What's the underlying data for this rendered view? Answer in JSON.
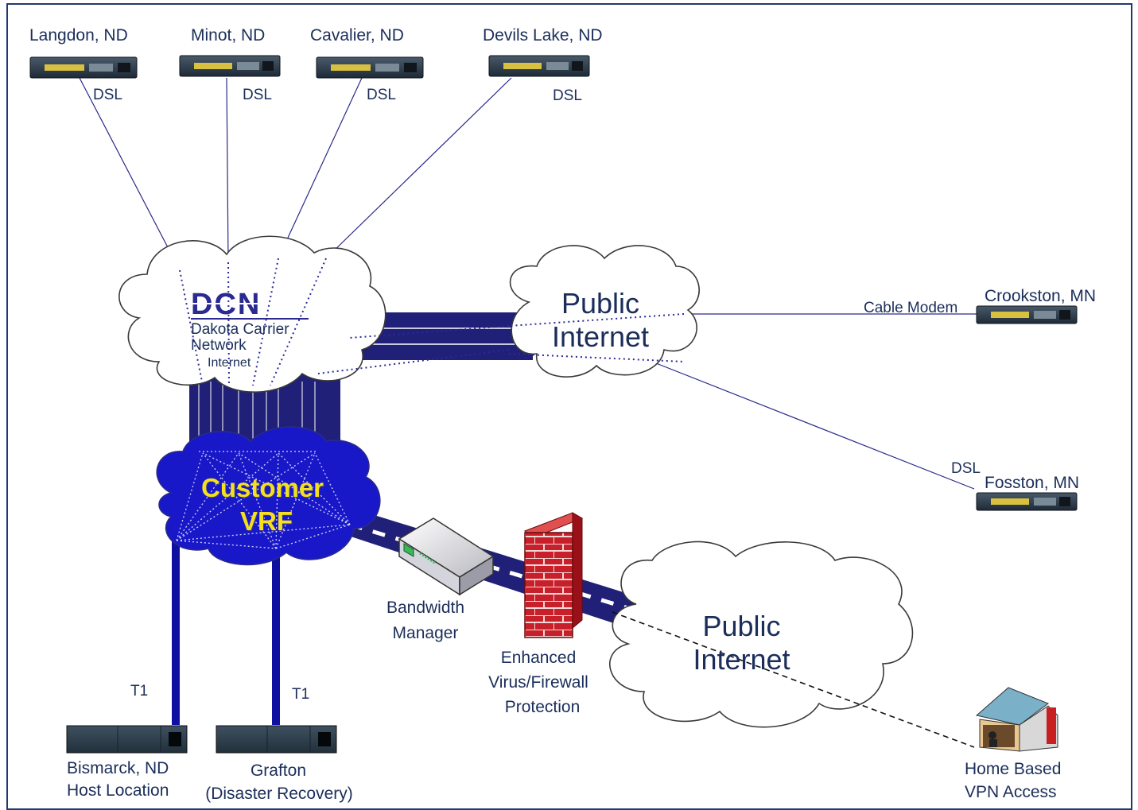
{
  "sites": {
    "langdon": "Langdon, ND",
    "minot": "Minot, ND",
    "cavalier": "Cavalier, ND",
    "devils_lake": "Devils Lake, ND",
    "crookston": "Crookston, MN",
    "fosston": "Fosston, MN",
    "bismarck_line1": "Bismarck, ND",
    "bismarck_line2": "Host Location",
    "grafton_line1": "Grafton",
    "grafton_line2": "(Disaster Recovery)",
    "home_line1": "Home Based",
    "home_line2": "VPN Access"
  },
  "links": {
    "dsl_1": "DSL",
    "dsl_2": "DSL",
    "dsl_3": "DSL",
    "dsl_4": "DSL",
    "cable_modem": "Cable Modem",
    "dsl_fosston": "DSL",
    "t1_bismarck": "T1",
    "t1_grafton": "T1"
  },
  "clouds": {
    "dcn_logo": "DCN",
    "dcn_line1": "Dakota Carrier",
    "dcn_line2": "Network",
    "dcn_line3": "Internet",
    "public_top_line1": "Public",
    "public_top_line2": "Internet",
    "public_bottom_line1": "Public",
    "public_bottom_line2": "Internet",
    "vrf_line1": "Customer",
    "vrf_line2": "VRF"
  },
  "devices": {
    "bandwidth_line1": "Bandwidth",
    "bandwidth_line2": "Manager",
    "firewall_line1": "Enhanced",
    "firewall_line2": "Virus/Firewall",
    "firewall_line3": "Protection"
  },
  "colors": {
    "trunk": "#202078",
    "line": "#2a2a8a",
    "vrf_cloud": "#1818c8",
    "text": "#1b2e5a",
    "vrf_text": "#f4e01c",
    "firewall": "#c8202a"
  }
}
